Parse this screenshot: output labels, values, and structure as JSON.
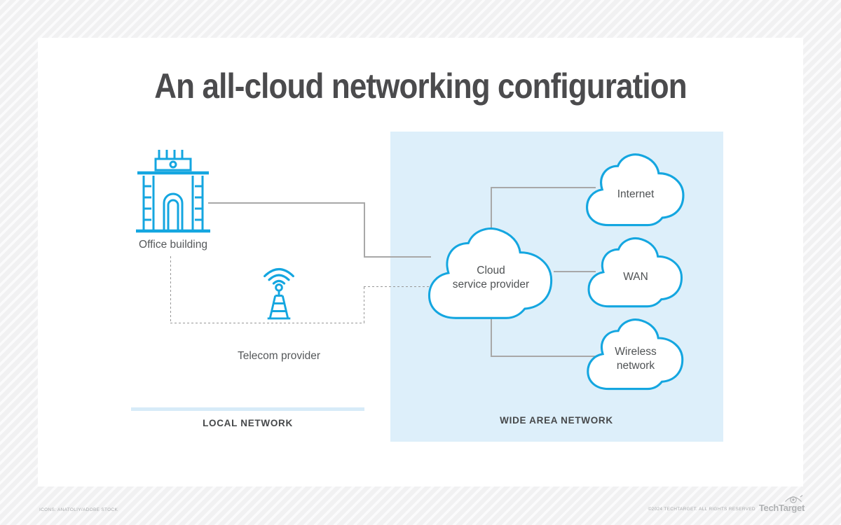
{
  "title": "An all-cloud networking configuration",
  "local_network": {
    "section_label": "LOCAL NETWORK",
    "office_building_label": "Office building",
    "telecom_provider_label": "Telecom provider"
  },
  "wide_area_network": {
    "section_label": "WIDE AREA NETWORK",
    "cloud_service_provider": {
      "line1": "Cloud",
      "line2": "service provider"
    },
    "internet_label": "Internet",
    "wan_label": "WAN",
    "wireless_network": {
      "line1": "Wireless",
      "line2": "network"
    }
  },
  "connections": [
    {
      "from": "office-building",
      "to": "cloud-service-provider",
      "style": "solid"
    },
    {
      "from": "office-building",
      "via": "telecom-provider",
      "to": "cloud-service-provider",
      "style": "dashed"
    },
    {
      "from": "cloud-service-provider",
      "to": "internet",
      "style": "solid"
    },
    {
      "from": "cloud-service-provider",
      "to": "wan",
      "style": "solid"
    },
    {
      "from": "cloud-service-provider",
      "to": "wireless-network",
      "style": "solid"
    }
  ],
  "footer": {
    "icons_credit": "ICONS: ANATOLIY/ADOBE STOCK",
    "copyright": "©2024 TECHTARGET. ALL RIGHTS RESERVED",
    "brand": "TechTarget"
  },
  "colors": {
    "accent_blue": "#14a6e0",
    "panel_blue": "#ddeffa",
    "underline_blue": "#d7ebf8",
    "title_gray": "#4b4b4d",
    "label_gray": "#55585a",
    "connector_gray": "#a8a8a8",
    "footer_gray": "#a9abad"
  }
}
